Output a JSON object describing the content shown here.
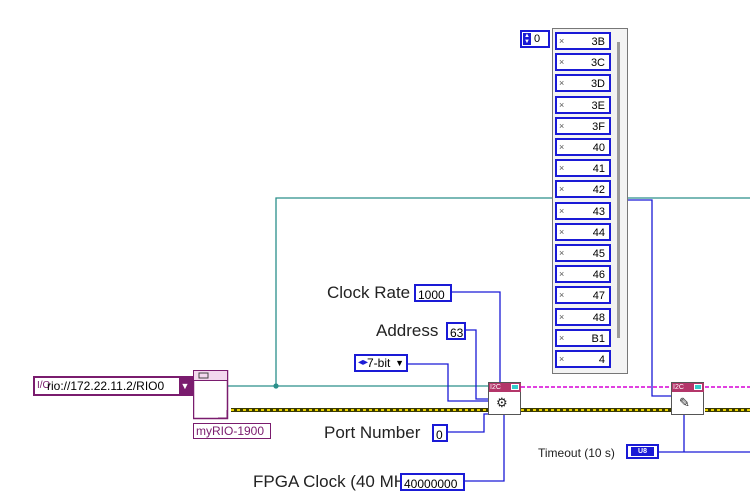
{
  "resource": {
    "icon": "io-icon",
    "value": "rio://172.22.11.2/RIO0"
  },
  "device": {
    "label": "myRIO-1900"
  },
  "labels": {
    "clock_rate": "Clock Rate",
    "address": "Address",
    "port_number": "Port Number",
    "fpga_clock": "FPGA Clock (40 MHz)",
    "timeout": "Timeout (10 s)"
  },
  "constants": {
    "clock_rate": "1000",
    "address": "63",
    "port_number": "0",
    "fpga_clock": "40000000",
    "addressing_mode": "7-bit",
    "timeout_type": "U8"
  },
  "array": {
    "index": "0",
    "elements": [
      "3B",
      "3C",
      "3D",
      "3E",
      "3F",
      "40",
      "41",
      "42",
      "43",
      "44",
      "45",
      "46",
      "47",
      "48",
      "B1",
      "4"
    ]
  },
  "i2c_tags": {
    "configure": "I2C",
    "write": "I2C"
  },
  "colors": {
    "wire_numeric": "#1a1ad6",
    "wire_reference": "#2a8f8a",
    "wire_error": "#d9c000",
    "wire_session": "#e040e0",
    "resource": "#7a1c6e",
    "vi_header": "#b4366a"
  }
}
